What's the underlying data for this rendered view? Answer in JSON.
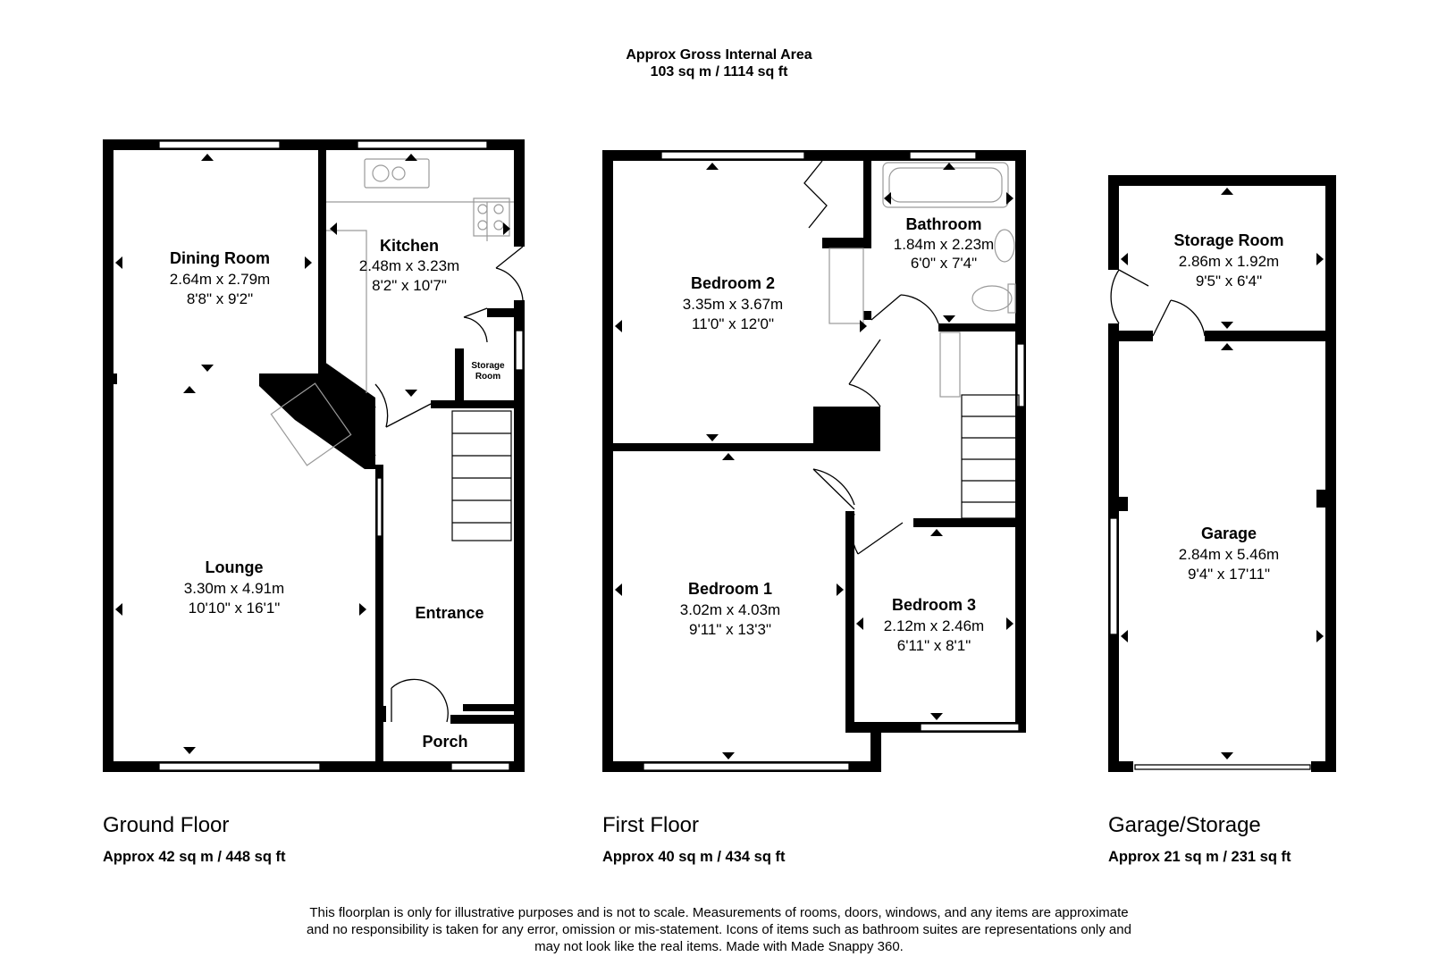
{
  "header": {
    "line1": "Approx Gross Internal Area",
    "line2": "103 sq m / 1114 sq ft"
  },
  "floors": [
    {
      "name": "Ground Floor",
      "area": "Approx 42 sq m / 448 sq ft"
    },
    {
      "name": "First Floor",
      "area": "Approx 40 sq m / 434 sq ft"
    },
    {
      "name": "Garage/Storage",
      "area": "Approx 21 sq m / 231 sq ft"
    }
  ],
  "rooms": {
    "dining_room": {
      "name": "Dining Room",
      "metric": "2.64m x 2.79m",
      "imperial": "8'8\" x 9'2\""
    },
    "kitchen": {
      "name": "Kitchen",
      "metric": "2.48m x 3.23m",
      "imperial": "8'2\" x 10'7\""
    },
    "lounge": {
      "name": "Lounge",
      "metric": "3.30m x 4.91m",
      "imperial": "10'10\" x 16'1\""
    },
    "entrance": {
      "name": "Entrance"
    },
    "porch": {
      "name": "Porch"
    },
    "storage_small": {
      "name_line1": "Storage",
      "name_line2": "Room"
    },
    "bedroom2": {
      "name": "Bedroom 2",
      "metric": "3.35m x 3.67m",
      "imperial": "11'0\" x 12'0\""
    },
    "bathroom": {
      "name": "Bathroom",
      "metric": "1.84m x 2.23m",
      "imperial": "6'0\" x 7'4\""
    },
    "bedroom1": {
      "name": "Bedroom 1",
      "metric": "3.02m x 4.03m",
      "imperial": "9'11\" x 13'3\""
    },
    "bedroom3": {
      "name": "Bedroom 3",
      "metric": "2.12m x 2.46m",
      "imperial": "6'11\" x 8'1\""
    },
    "storage_room": {
      "name": "Storage Room",
      "metric": "2.86m x 1.92m",
      "imperial": "9'5\" x 6'4\""
    },
    "garage": {
      "name": "Garage",
      "metric": "2.84m x 5.46m",
      "imperial": "9'4\" x 17'11\""
    }
  },
  "footer": {
    "line1": "This floorplan is only for illustrative purposes and is not to scale. Measurements of rooms, doors, windows, and any items are approximate",
    "line2": "and no responsibility is taken for any error, omission or mis-statement. Icons of items such as bathroom suites are representations only and",
    "line3": "may not look like the real items. Made with Made Snappy 360."
  },
  "colors": {
    "wall": "#000000",
    "fixture": "#9a9a9a",
    "background": "#ffffff"
  }
}
